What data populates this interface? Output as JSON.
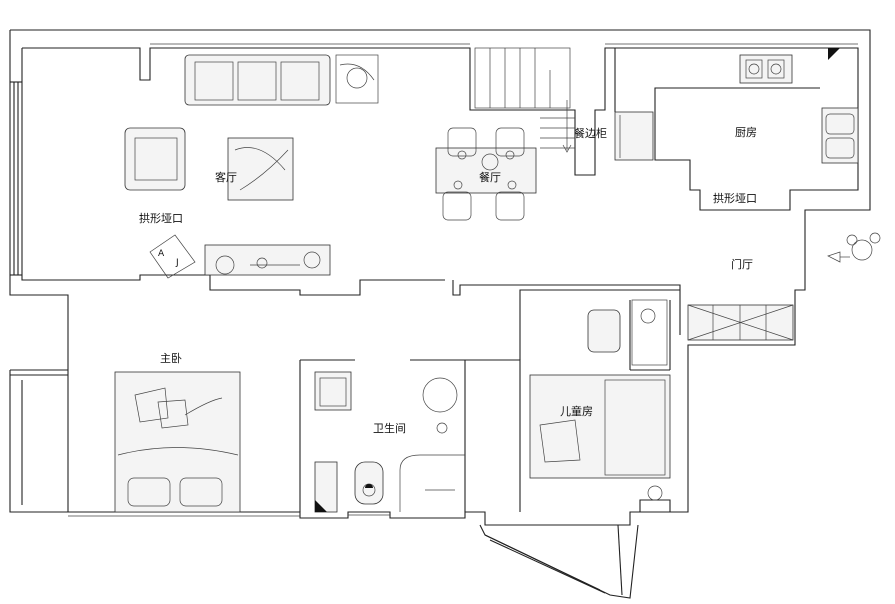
{
  "labels": {
    "living_room": "客厅",
    "arch_left": "拱形垭口",
    "dining": "餐厅",
    "sideboard": "餐边柜",
    "kitchen": "厨房",
    "arch_right": "拱形垭口",
    "foyer": "门厅",
    "master_bedroom": "主卧",
    "bathroom": "卫生间",
    "kids_room": "儿童房"
  },
  "icons": {
    "entry_arrow": "person-entering-icon"
  }
}
